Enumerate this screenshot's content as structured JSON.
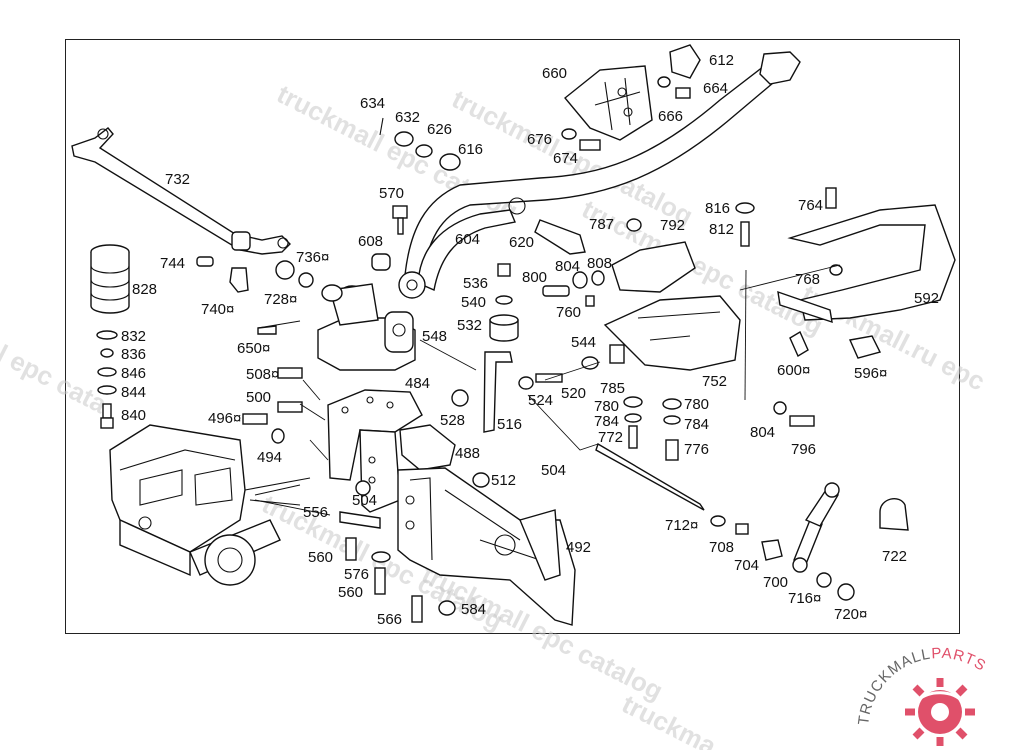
{
  "labels": {
    "l612": "612",
    "l660": "660",
    "l664": "664",
    "l666": "666",
    "l676": "676",
    "l674": "674",
    "l634": "634",
    "l632": "632",
    "l626": "626",
    "l616": "616",
    "l570": "570",
    "l732": "732",
    "l608": "608",
    "l604": "604",
    "l620": "620",
    "l787": "787",
    "l792": "792",
    "l816": "816",
    "l812": "812",
    "l764": "764",
    "l744": "744",
    "l736": "736¤",
    "l828": "828",
    "l740": "740¤",
    "l728": "728¤",
    "l536": "536",
    "l800": "800",
    "l804a": "804",
    "l808": "808",
    "l540": "540",
    "l768": "768",
    "l592": "592",
    "l760": "760",
    "l532": "532",
    "l548": "548",
    "l650": "650¤",
    "l544": "544",
    "l832": "832",
    "l836": "836",
    "l846": "846",
    "l844": "844",
    "l840": "840",
    "l508": "508¤",
    "l484": "484",
    "l520": "520",
    "l785": "785",
    "l752": "752",
    "l600": "600¤",
    "l596": "596¤",
    "l500": "500",
    "l524": "524",
    "l780a": "780",
    "l780b": "780",
    "l804b": "804",
    "l496": "496¤",
    "l528": "528",
    "l516": "516",
    "l784a": "784",
    "l784b": "784",
    "l772": "772",
    "l776": "776",
    "l796": "796",
    "l494": "494",
    "l488": "488",
    "l504a": "504",
    "l512": "512",
    "l504b": "504",
    "l556": "556",
    "l712": "712¤",
    "l708": "708",
    "l722": "722",
    "l492": "492",
    "l704": "704",
    "l560a": "560",
    "l576": "576",
    "l700": "700",
    "l560b": "560",
    "l716": "716¤",
    "l584": "584",
    "l720": "720¤",
    "l566": "566"
  },
  "watermarks": {
    "w1": "truckmall epc catalog",
    "w2": "truckmall epc catalog",
    "w3": "truckmall epc catalog",
    "w4": "truckmall.ru epc",
    "w5": "l epc cata",
    "w6": "truckmall epc catalog",
    "w7": "truckmall epc catalog",
    "w8": "truckma"
  },
  "brand": {
    "logo_prefix": "TRUCKMALL",
    "logo_suffix": "PARTS",
    "accent": "#e0506a"
  }
}
